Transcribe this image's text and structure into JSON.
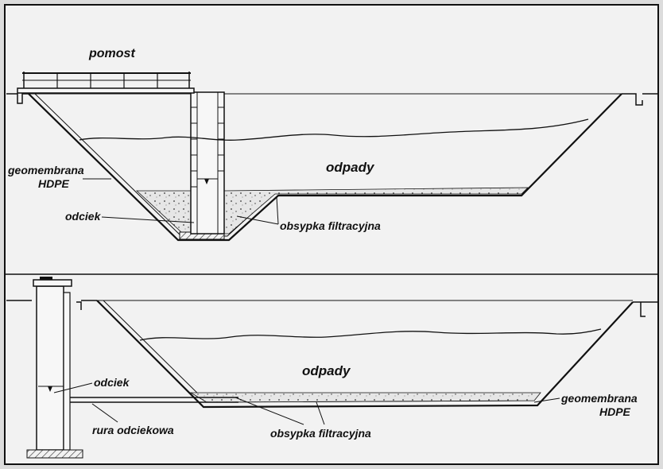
{
  "top_section": {
    "platform_label": "pomost",
    "waste_label": "odpady",
    "membrane_label_line1": "geomembrana",
    "membrane_label_line2": "HDPE",
    "leachate_label": "odciek",
    "filter_label": "obsypka filtracyjna"
  },
  "bottom_section": {
    "waste_label": "odpady",
    "leachate_label": "odciek",
    "pipe_label": "rura odciekowa",
    "filter_label": "obsypka filtracyjna",
    "membrane_label_line1": "geomembrana",
    "membrane_label_line2": "HDPE"
  },
  "colors": {
    "background": "#dcdcdc",
    "panel": "#f2f2f2",
    "line": "#111111",
    "gravel": "#e6e6e6"
  }
}
